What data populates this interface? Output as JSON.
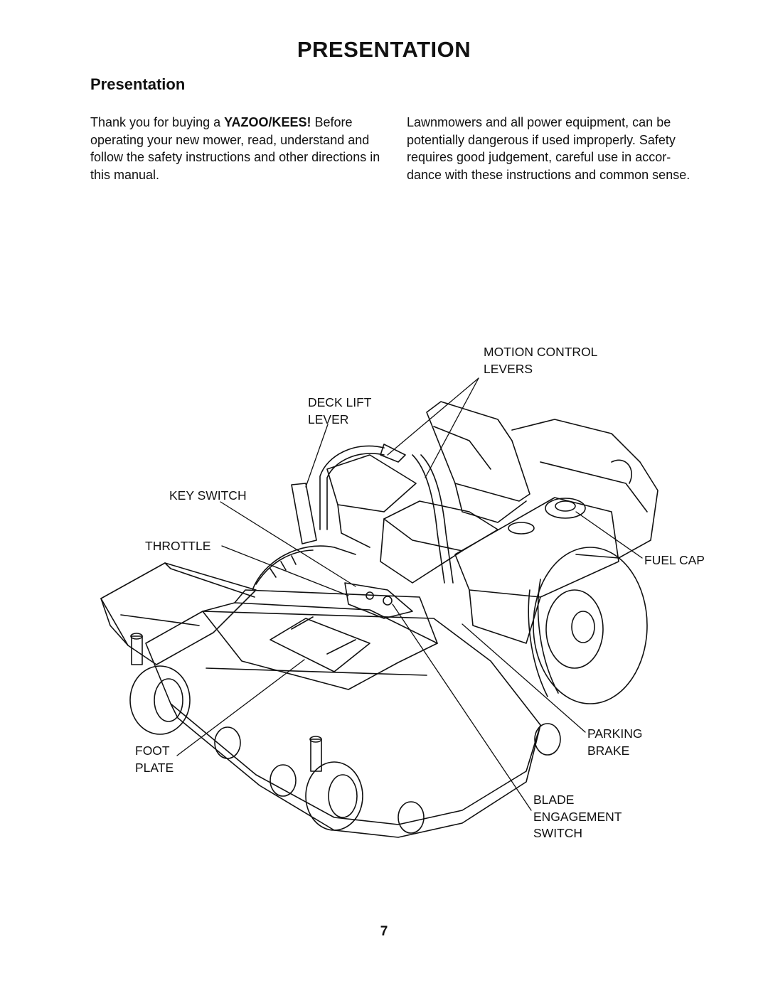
{
  "header": {
    "title": "PRESENTATION"
  },
  "section": {
    "heading": "Presentation"
  },
  "intro": {
    "left": {
      "before": "Thank you for buying a ",
      "brand": "YAZOO/KEES!",
      "after": " Before operating your new mower, read, understand and follow the safety instructions and other directions in this manual."
    },
    "right": {
      "text": "Lawnmowers and all power equipment, can be potentially dangerous if used improperly. Safety requires good judgement, careful use in accor- dance with these instructions and common sense."
    }
  },
  "diagram": {
    "callouts": {
      "motion_control_levers": "MOTION CONTROL\nLEVERS",
      "deck_lift_lever": "DECK LIFT\nLEVER",
      "key_switch": "KEY SWITCH",
      "throttle": "THROTTLE",
      "fuel_cap": "FUEL CAP",
      "parking_brake": "PARKING\nBRAKE",
      "foot_plate": "FOOT\nPLATE",
      "blade_engagement_switch": "BLADE\nENGAGEMENT\nSWITCH"
    }
  },
  "footer": {
    "page_number": "7"
  }
}
